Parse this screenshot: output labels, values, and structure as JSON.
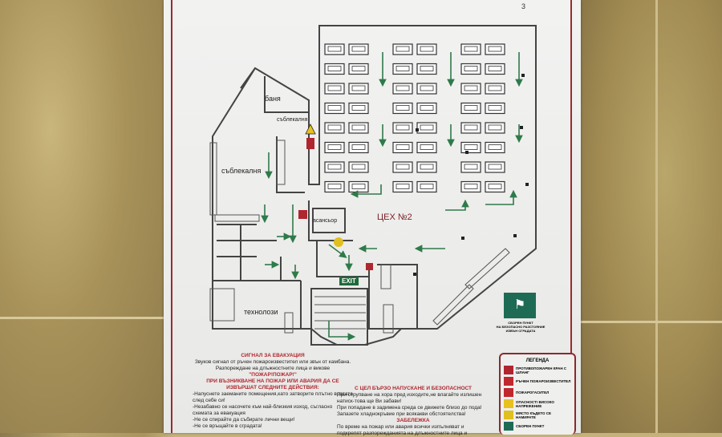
{
  "compass_label": "3",
  "rooms": {
    "bathroom": "баня",
    "changing1": "съблекалня",
    "changing2": "съблекалня",
    "elevator": "асансьор",
    "workshop": "ЦЕХ №2",
    "technologists": "технолози"
  },
  "exit_sign": "EXIT",
  "signal": {
    "title": "СИГНАЛ ЗА ЕВАКУАЦИЯ",
    "line1": "Звуков сигнал от ръчен пожароизвестител или звън от камбана.",
    "line2": "Разпореждане на длъжностните лица и викове",
    "line3": "\"ПОЖАР!ПОЖАР!\"",
    "actions_title": "ПРИ ВЪЗНИКВАНЕ НА ПОЖАР ИЛИ АВАРИЯ ДА СЕ ИЗВЪРШАТ СЛЕДНИТЕ ДЕЙСТВИЯ:",
    "actions": [
      "-Напуснете заеманите помещения,като затворите плътно вратата след себе си!",
      "-Незабавно се насочете към най-близкия изход, съгласно схемата за евакуация",
      "-Не се спирайте да събирате лични вещи!",
      "-Не се връщайте в сградата!"
    ]
  },
  "safety": {
    "title": "С ЦЕЛ БЪРЗО НАПУСКАНЕ И БЕЗОПАСНОСТ",
    "lines": [
      "При струпване на хора пред изходите,не влагайте излишен натиск-това ще Ви забави!",
      "При попадане в задимена среда се движете близо до пода!",
      "Запазете хладнокръвие при всякакви обстоятелства!"
    ],
    "note_title": "ЗАБЕЛЕЖКА",
    "note": "По време на пожар или авария всички изпълняват и подкрепят разпорежданията на длъжностните лица и"
  },
  "assembly": {
    "top": "СБОРЕН ПУНКТ",
    "bottom": "НА БЕЗОПАСНО РАЗСТОЯНИЕ ИЗВЪН СГРАДАТА"
  },
  "legend": {
    "title": "ЛЕГЕНДА",
    "items": [
      {
        "label": "ПРОТИВОПОЖАРЕН КРАН С ШЛАНГ",
        "color": "#b0262e"
      },
      {
        "label": "РЪЧЕН ПОЖАРОИЗВЕСТИТЕЛ",
        "color": "#c0282e"
      },
      {
        "label": "ПОЖАРОГАСИТЕЛ",
        "color": "#c0282e"
      },
      {
        "label": "ОПАСНОСТ! ВИСОКО НАПРЕЖЕНИЕ",
        "color": "#e8c020"
      },
      {
        "label": "МЯСТО КЪДЕТО СЕ НАМИРАТЕ",
        "color": "#e0c020"
      },
      {
        "label": "СБОРЕН ПУНКТ",
        "color": "#1e6b55"
      }
    ]
  },
  "colors": {
    "arrow": "#2f7a4a",
    "wall": "#444444",
    "accent": "#b0262e"
  }
}
